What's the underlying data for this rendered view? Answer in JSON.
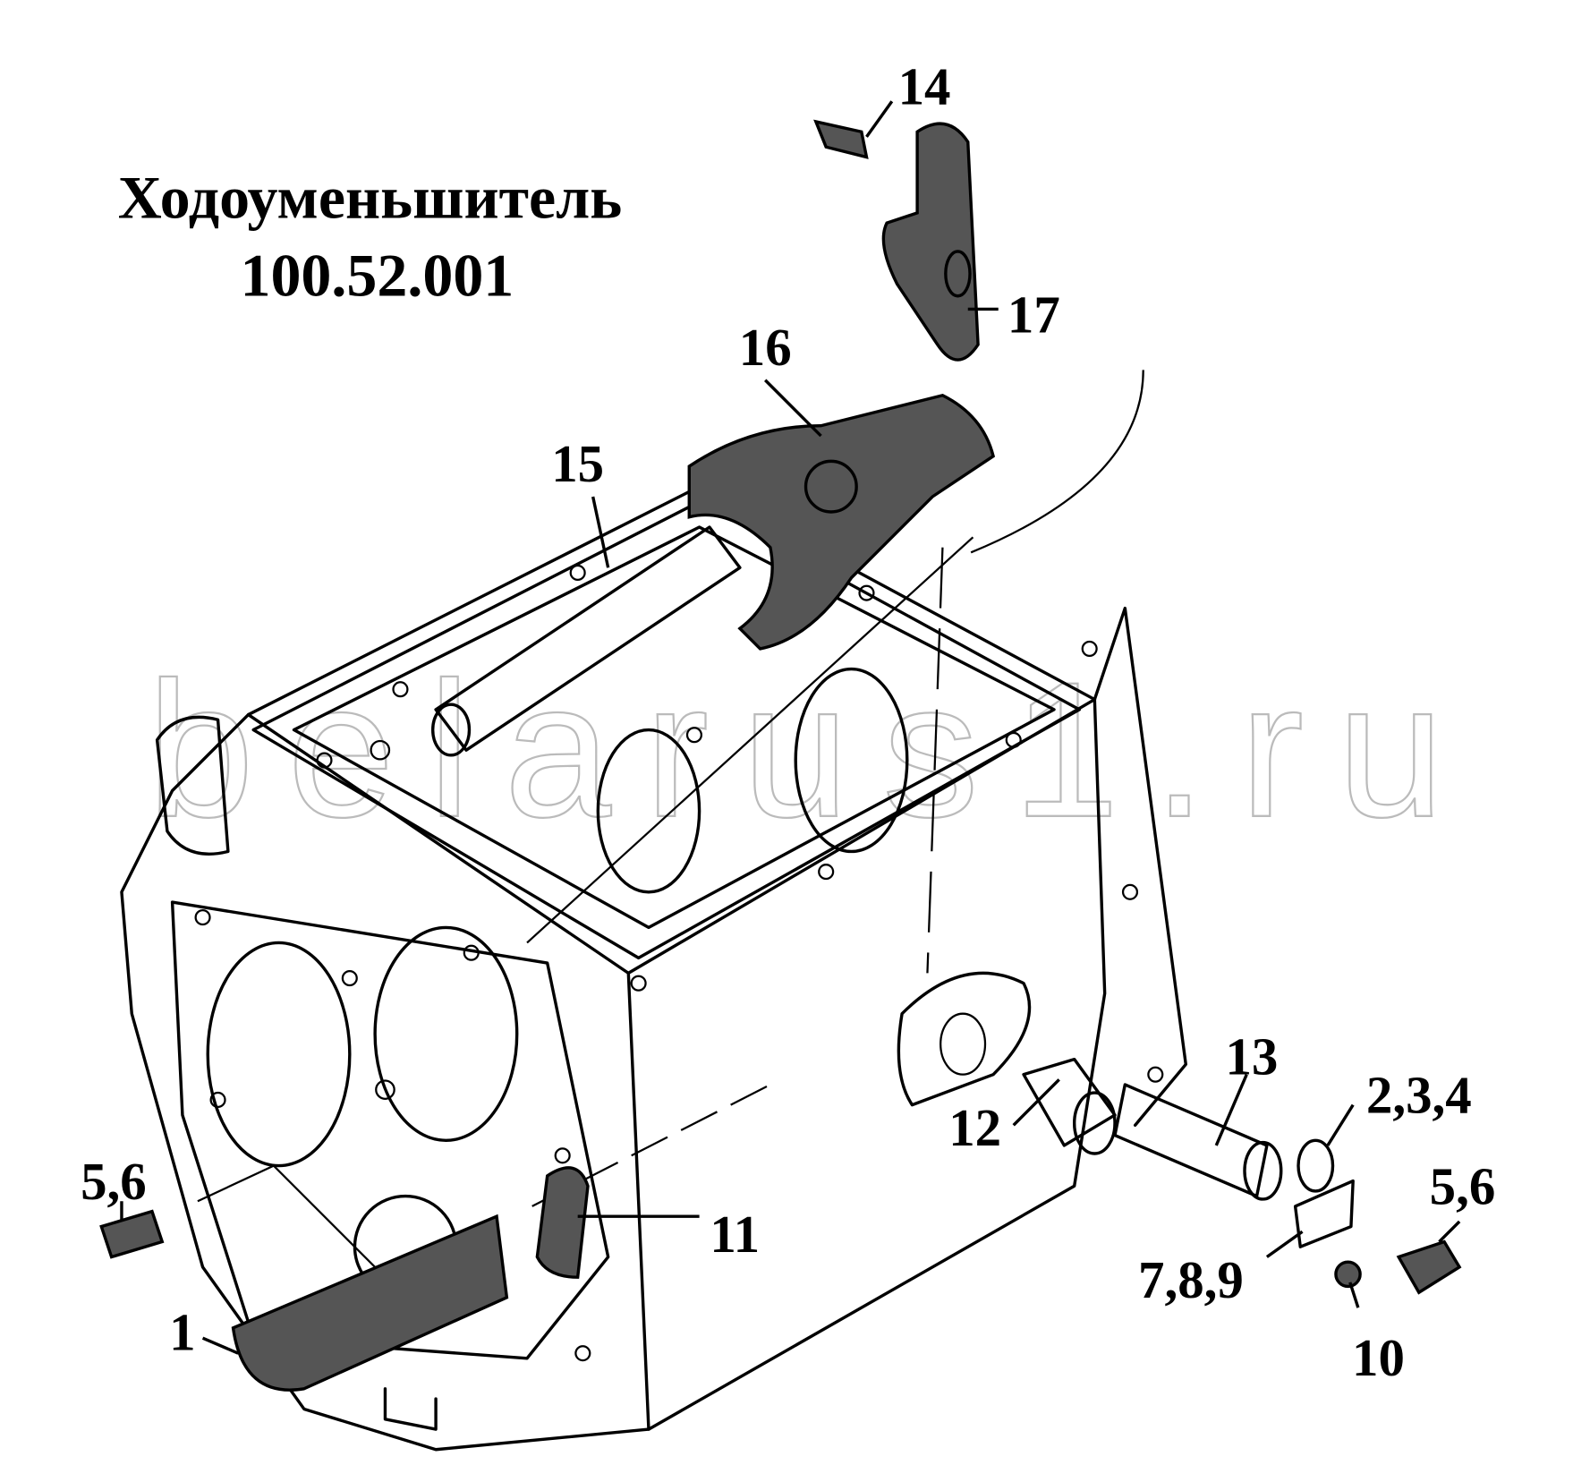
{
  "title": "Ходоуменьшитель",
  "part_number": "100.52.001",
  "watermark": "belarus1.ru",
  "callouts": [
    "1",
    "2,3,4",
    "5,6",
    "5,6",
    "7,8,9",
    "10",
    "11",
    "12",
    "13",
    "14",
    "15",
    "16",
    "17"
  ]
}
